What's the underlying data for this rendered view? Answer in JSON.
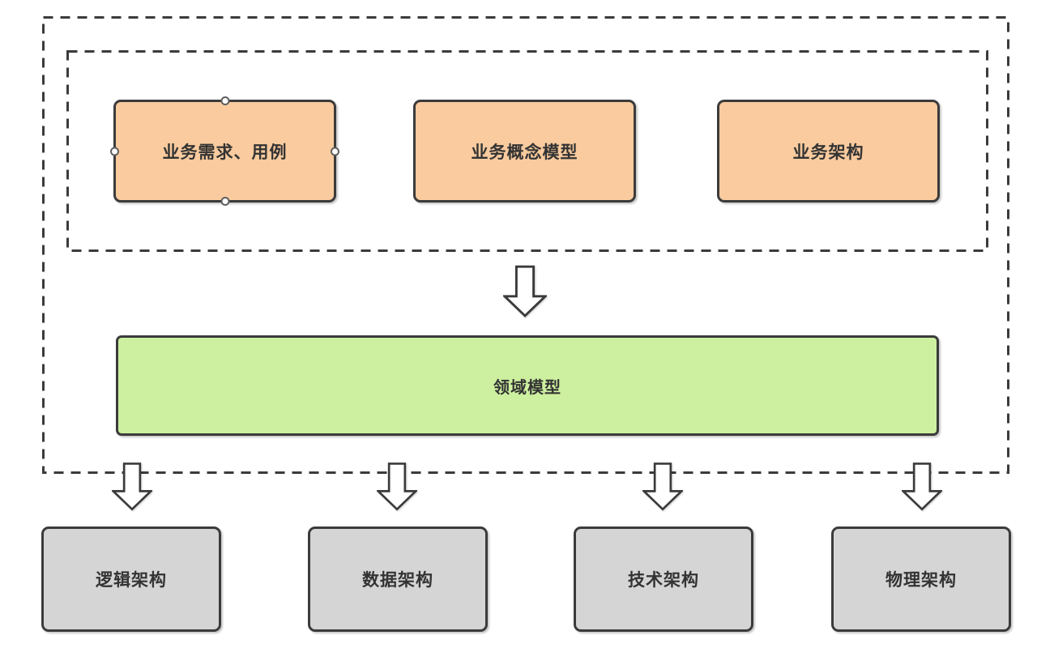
{
  "diagram": {
    "top_group": {
      "boxes": [
        {
          "label": "业务需求、用例",
          "selected": true
        },
        {
          "label": "业务概念模型",
          "selected": false
        },
        {
          "label": "业务架构",
          "selected": false
        }
      ]
    },
    "domain_box": {
      "label": "领域模型"
    },
    "bottom_boxes": [
      {
        "label": "逻辑架构"
      },
      {
        "label": "数据架构"
      },
      {
        "label": "技术架构"
      },
      {
        "label": "物理架构"
      }
    ],
    "arrows": {
      "main_arrow": "down-block-arrow",
      "bottom_arrows_count": 4
    }
  },
  "colors": {
    "orange_fill": "#f9cb9e",
    "green_fill": "#cdf0a0",
    "gray_fill": "#d5d5d5",
    "border": "#3b3b3b",
    "arrow_fill": "#ffffff",
    "text": "#333333",
    "background": "#ffffff"
  }
}
